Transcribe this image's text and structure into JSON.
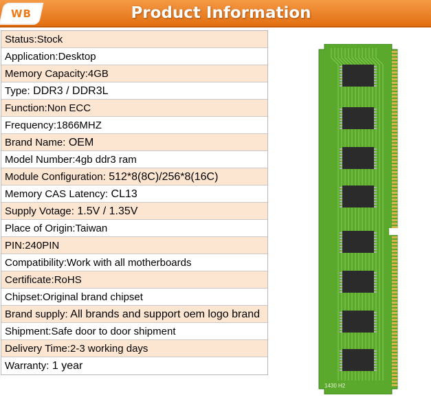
{
  "header": {
    "logo": "WB",
    "title": "Product Information"
  },
  "specs": [
    {
      "label": "Status:",
      "value": "Stock"
    },
    {
      "label": "Application:",
      "value": "Desktop"
    },
    {
      "label": "Memory Capacity:",
      "value": "4GB"
    },
    {
      "label": "Type:",
      "value": " DDR3 / DDR3L"
    },
    {
      "label": "Function:",
      "value": "Non ECC"
    },
    {
      "label": "Frequency:",
      "value": "1866MHZ"
    },
    {
      "label": "Brand Name:",
      "value": " OEM"
    },
    {
      "label": "Model Number:",
      "value": "4gb ddr3 ram"
    },
    {
      "label": "Module Configuration:",
      "value": " 512*8(8C)/256*8(16C)"
    },
    {
      "label": "Memory CAS Latency:",
      "value": " CL13"
    },
    {
      "label": "Supply Votage:",
      "value": " 1.5V / 1.35V"
    },
    {
      "label": "Place of Origin:",
      "value": "Taiwan"
    },
    {
      "label": "PIN:",
      "value": "240PIN"
    },
    {
      "label": "Compatibility:",
      "value": "Work with all motherboards"
    },
    {
      "label": "Certificate:",
      "value": "RoHS"
    },
    {
      "label": "Chipset:",
      "value": "Original brand chipset"
    },
    {
      "label": "Brand supply:",
      "value": " All brands and support oem logo brand"
    },
    {
      "label": "Shipment:",
      "value": "Safe door to door shipment"
    },
    {
      "label": "Delivery Time:",
      "value": "2-3 working days"
    },
    {
      "label": "Warranty:",
      "value": " 1 year"
    }
  ],
  "ram_image": {
    "board_label": "1430 H2",
    "colors": {
      "pcb": "#5aa92d",
      "chip": "#2b2b2b",
      "contacts": "#d8b24a"
    }
  }
}
